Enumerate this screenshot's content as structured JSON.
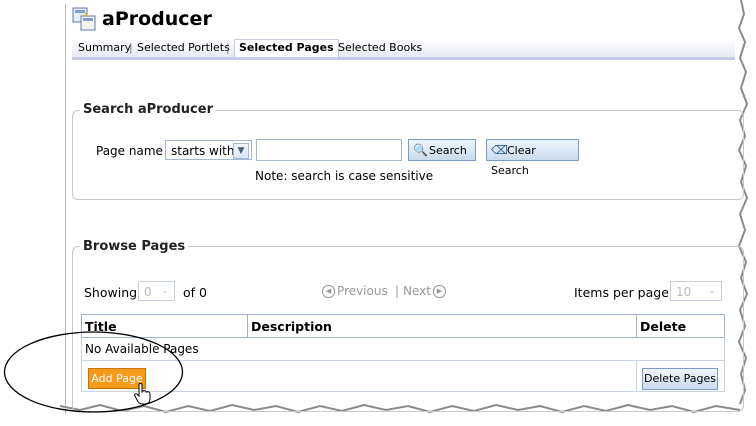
{
  "app": {
    "title": "aProducer",
    "icon": "portal-app-icon"
  },
  "tabs": [
    {
      "label": "Summary",
      "active": false
    },
    {
      "label": "Selected Portlets",
      "active": false
    },
    {
      "label": "Selected Pages",
      "active": true
    },
    {
      "label": "Selected Books",
      "active": false
    }
  ],
  "search": {
    "legend": "Search aProducer",
    "field_label": "Page name",
    "match_mode": "starts with",
    "query_value": "",
    "search_button": "Search",
    "clear_button": "Clear Search",
    "note": "Note: search is case sensitive"
  },
  "browse": {
    "legend": "Browse Pages",
    "showing_label": "Showing",
    "showing_value": "0",
    "of_label": "of 0",
    "previous": "Previous",
    "next": "Next",
    "items_per_page_label": "Items per page",
    "items_per_page_value": "10",
    "columns": [
      "Title",
      "Description",
      "Delete"
    ],
    "empty_message": "No Available Pages",
    "add_button": "Add Page",
    "delete_button": "Delete Pages"
  },
  "colors": {
    "accent_orange": "#f59a1b",
    "tab_bar": "#c5cbe6",
    "button_blue": "#c9dbee"
  }
}
